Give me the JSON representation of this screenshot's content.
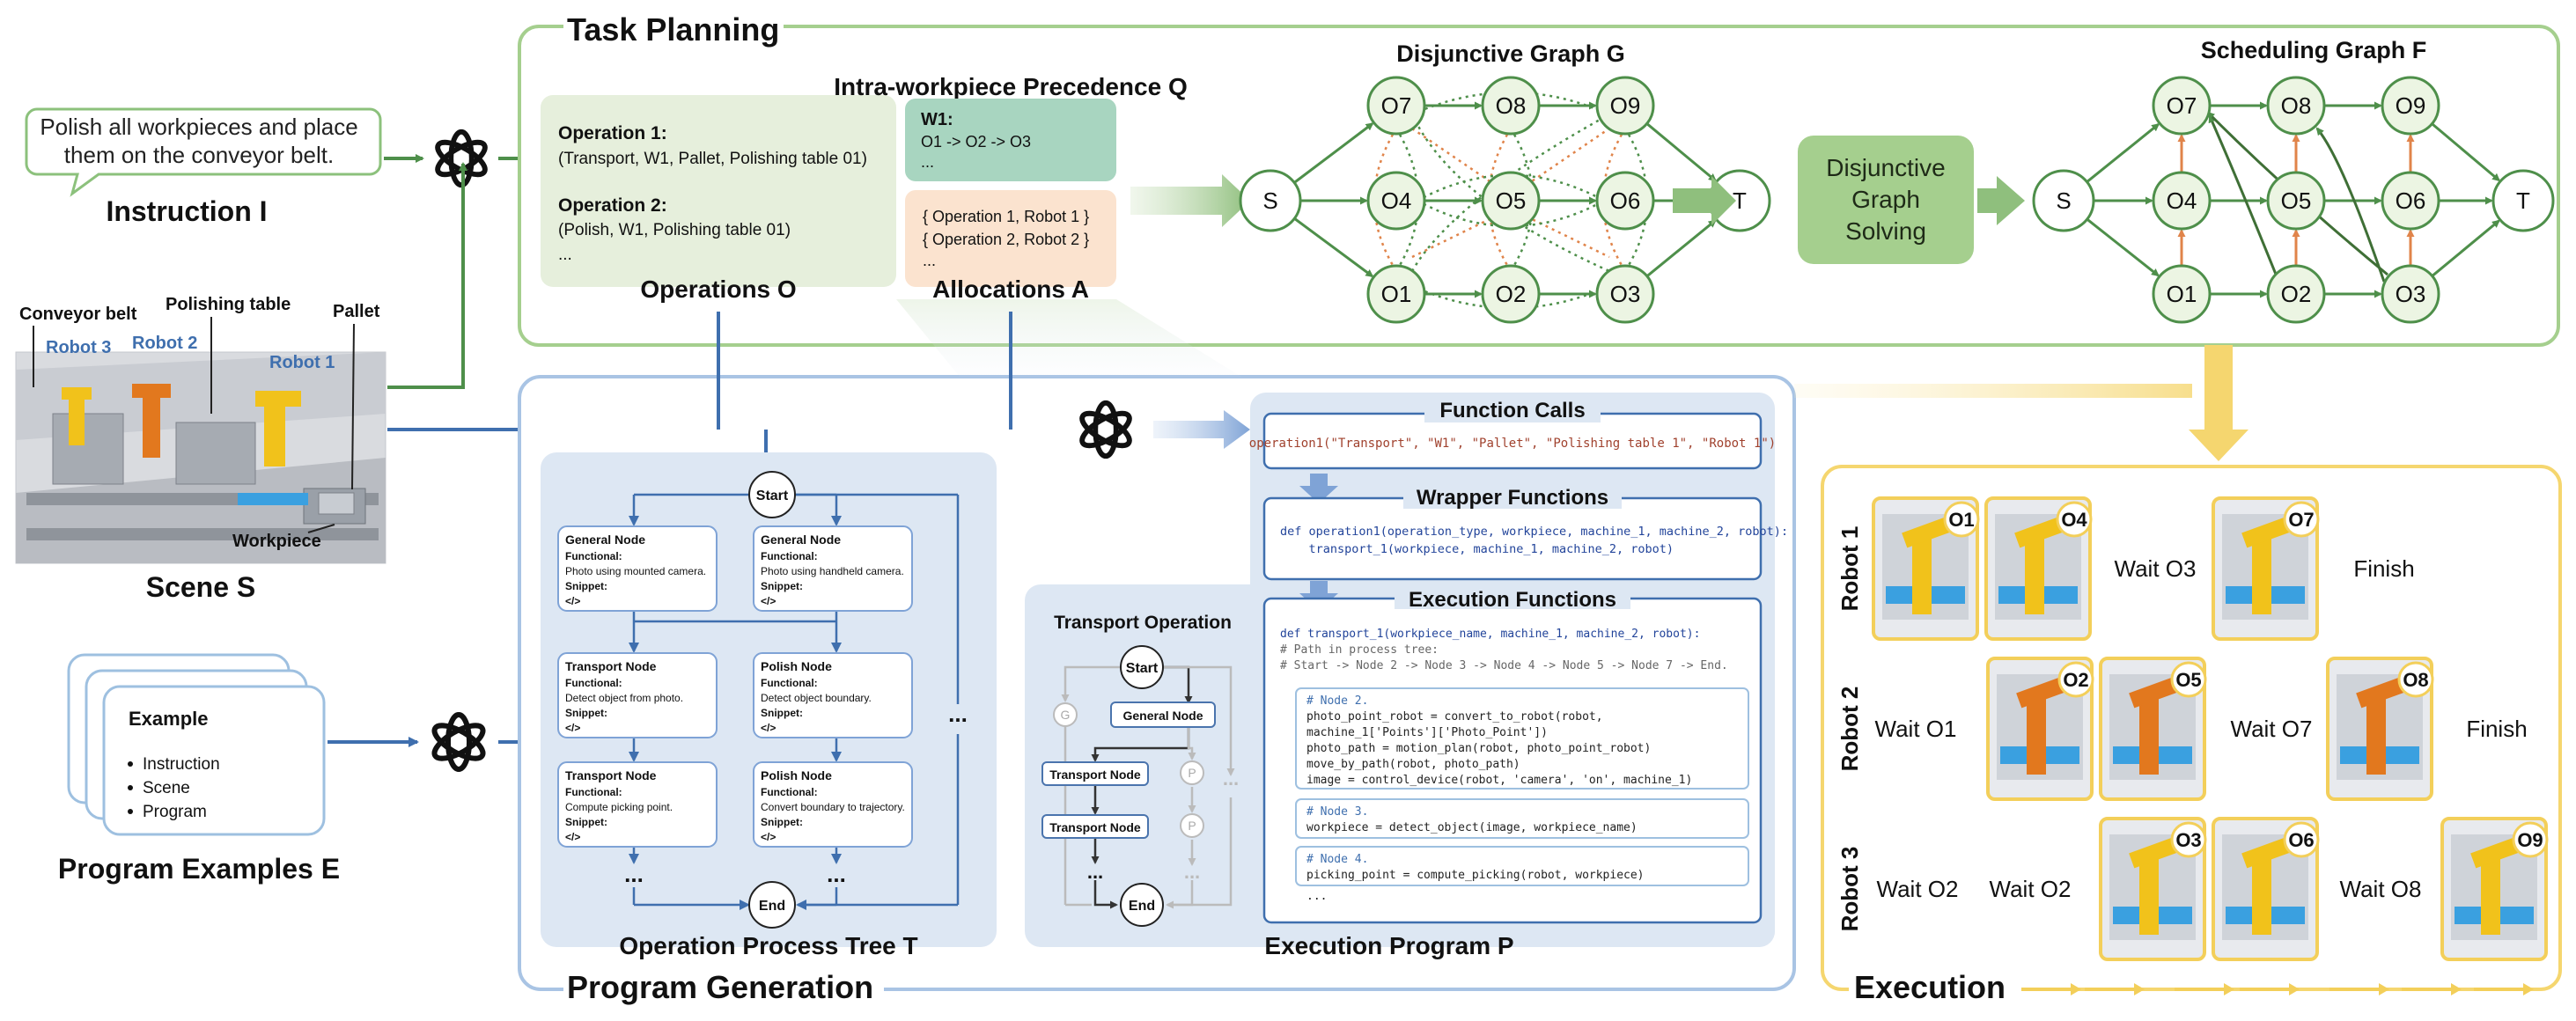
{
  "instruction": {
    "bubble_lines": [
      "Polish all workpieces and place",
      "them on the conveyor belt."
    ],
    "caption": "Instruction I"
  },
  "scene": {
    "caption": "Scene S",
    "labels": {
      "conveyor": "Conveyor belt",
      "polishing": "Polishing table",
      "pallet": "Pallet",
      "robot1": "Robot 1",
      "robot2": "Robot 2",
      "robot3": "Robot 3",
      "workpiece": "Workpiece"
    }
  },
  "examples": {
    "title": "Example",
    "items": [
      "Instruction",
      "Scene",
      "Program"
    ],
    "caption": "Program Examples E"
  },
  "task_planning": {
    "title": "Task Planning",
    "operations": {
      "op1_title": "Operation 1:",
      "op1_body": "(Transport, W1, Pallet, Polishing table 01)",
      "op2_title": "Operation 2:",
      "op2_body": "(Polish, W1, Polishing table 01)",
      "ellipsis": "...",
      "caption": "Operations O"
    },
    "precedence": {
      "title": "Intra-workpiece Precedence Q",
      "w1": "W1:",
      "seq": "O1 -> O2 -> O3",
      "ellipsis": "..."
    },
    "allocations": {
      "line1": "{ Operation 1, Robot 1 }",
      "line2": "{ Operation 2, Robot 2 }",
      "ellipsis": "...",
      "caption": "Allocations A"
    },
    "disjunctive_graph": {
      "title": "Disjunctive Graph G",
      "nodes": {
        "S": "S",
        "T": "T",
        "O1": "O1",
        "O2": "O2",
        "O3": "O3",
        "O4": "O4",
        "O5": "O5",
        "O6": "O6",
        "O7": "O7",
        "O8": "O8",
        "O9": "O9"
      }
    },
    "solver_lines": [
      "Disjunctive",
      "Graph",
      "Solving"
    ],
    "scheduling_graph": {
      "title": "Scheduling Graph F",
      "nodes": {
        "S": "S",
        "T": "T",
        "O1": "O1",
        "O2": "O2",
        "O3": "O3",
        "O4": "O4",
        "O5": "O5",
        "O6": "O6",
        "O7": "O7",
        "O8": "O8",
        "O9": "O9"
      }
    }
  },
  "program_generation": {
    "title": "Program Generation",
    "tree": {
      "caption": "Operation Process Tree T",
      "start": "Start",
      "end": "End",
      "ellipsis": "...",
      "functional_label": "Functional:",
      "snippet_label": "Snippet:",
      "snippet_tag": "</>",
      "nodes": [
        {
          "title": "General Node",
          "desc": "Photo using mounted camera."
        },
        {
          "title": "General Node",
          "desc": "Photo using handheld camera."
        },
        {
          "title": "Transport Node",
          "desc": "Detect object from photo."
        },
        {
          "title": "Polish Node",
          "desc": "Detect object boundary."
        },
        {
          "title": "Transport Node",
          "desc": "Compute picking point."
        },
        {
          "title": "Polish Node",
          "desc": "Convert boundary to trajectory."
        }
      ]
    },
    "transport_op": {
      "title": "Transport Operation",
      "start": "Start",
      "general": "General Node",
      "transport1": "Transport Node",
      "transport2": "Transport Node",
      "end": "End",
      "g": "G",
      "p": "P",
      "ellipsis": "..."
    },
    "program_caption": "Execution Program P",
    "function_calls": {
      "title": "Function Calls",
      "call": "operation1(\"Transport\", \"W1\", \"Pallet\", \"Polishing table 1\", \"Robot 1\")"
    },
    "wrapper_functions": {
      "title": "Wrapper Functions",
      "line1": "def operation1(operation_type, workpiece, machine_1, machine_2, robot):",
      "line2": "    transport_1(workpiece, machine_1, machine_2, robot)"
    },
    "execution_functions": {
      "title": "Execution Functions",
      "header": [
        "def transport_1(workpiece_name, machine_1, machine_2, robot):",
        "    # Path in process tree:",
        "    # Start -> Node 2 -> Node 3 -> Node 4 -> Node 5 -> Node 7 -> End."
      ],
      "block1": [
        "# Node 2.",
        "photo_point_robot = convert_to_robot(robot,",
        "                   machine_1['Points']['Photo_Point'])",
        "photo_path = motion_plan(robot, photo_point_robot)",
        "move_by_path(robot, photo_path)",
        "image = control_device(robot, 'camera', 'on', machine_1)"
      ],
      "block2": [
        "# Node 3.",
        "workpiece = detect_object(image, workpiece_name)"
      ],
      "block3": [
        "# Node 4.",
        "picking_point = compute_picking(robot, workpiece)"
      ],
      "tail": "..."
    }
  },
  "execution": {
    "title": "Execution",
    "rows": [
      {
        "label": "Robot 1",
        "cells": [
          {
            "kind": "op",
            "text": "O1",
            "color": "yellow"
          },
          {
            "kind": "op",
            "text": "O4",
            "color": "yellow"
          },
          {
            "kind": "wait",
            "text": "Wait O3"
          },
          {
            "kind": "op",
            "text": "O7",
            "color": "yellow"
          },
          {
            "kind": "wait",
            "text": "Finish"
          }
        ]
      },
      {
        "label": "Robot 2",
        "cells": [
          {
            "kind": "wait",
            "text": "Wait O1"
          },
          {
            "kind": "op",
            "text": "O2",
            "color": "orange"
          },
          {
            "kind": "op",
            "text": "O5",
            "color": "orange"
          },
          {
            "kind": "wait",
            "text": "Wait O7"
          },
          {
            "kind": "op",
            "text": "O8",
            "color": "orange"
          },
          {
            "kind": "wait",
            "text": "Finish"
          }
        ]
      },
      {
        "label": "Robot 3",
        "cells": [
          {
            "kind": "wait",
            "text": "Wait O2"
          },
          {
            "kind": "wait",
            "text": "Wait O2"
          },
          {
            "kind": "op",
            "text": "O3",
            "color": "yellow"
          },
          {
            "kind": "op",
            "text": "O6",
            "color": "yellow"
          },
          {
            "kind": "wait",
            "text": "Wait O8"
          },
          {
            "kind": "op",
            "text": "O9",
            "color": "yellow"
          }
        ]
      }
    ]
  },
  "colors": {
    "green": "#4e8f4a",
    "green_panel": "#e6efdc",
    "blue": "#3f6fae",
    "blue_panel": "#dde7f3",
    "yellow": "#f3cf5a",
    "orange_dot": "#e0844a"
  }
}
